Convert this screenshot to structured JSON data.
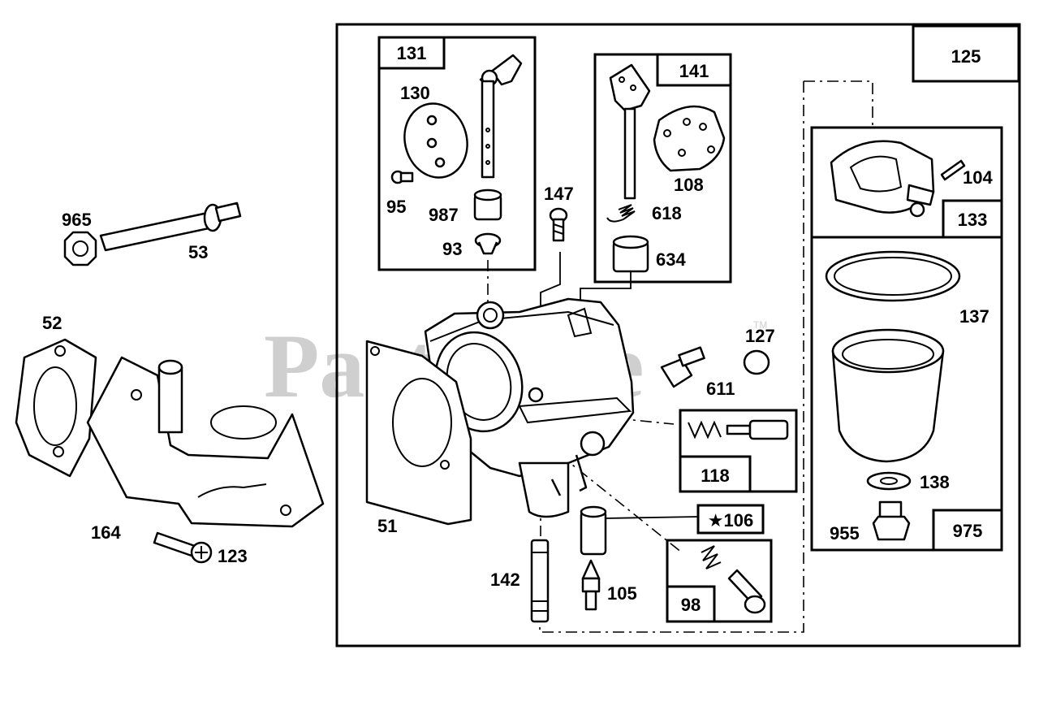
{
  "watermark": {
    "text": "PartsTree",
    "trademark": "TM"
  },
  "boxed_labels": {
    "b125": "125",
    "b131": "131",
    "b141": "141",
    "b133": "133",
    "b118": "118",
    "b106": "★106",
    "b98": "98",
    "b975": "975"
  },
  "part_labels": {
    "p965": "965",
    "p53": "53",
    "p52": "52",
    "p164": "164",
    "p123": "123",
    "p130": "130",
    "p95": "95",
    "p987": "987",
    "p93": "93",
    "p147": "147",
    "p108": "108",
    "p618": "618",
    "p634": "634",
    "p104": "104",
    "p137": "137",
    "p127": "127",
    "p611": "611",
    "p51": "51",
    "p142": "142",
    "p105": "105",
    "p138": "138",
    "p955": "955"
  }
}
